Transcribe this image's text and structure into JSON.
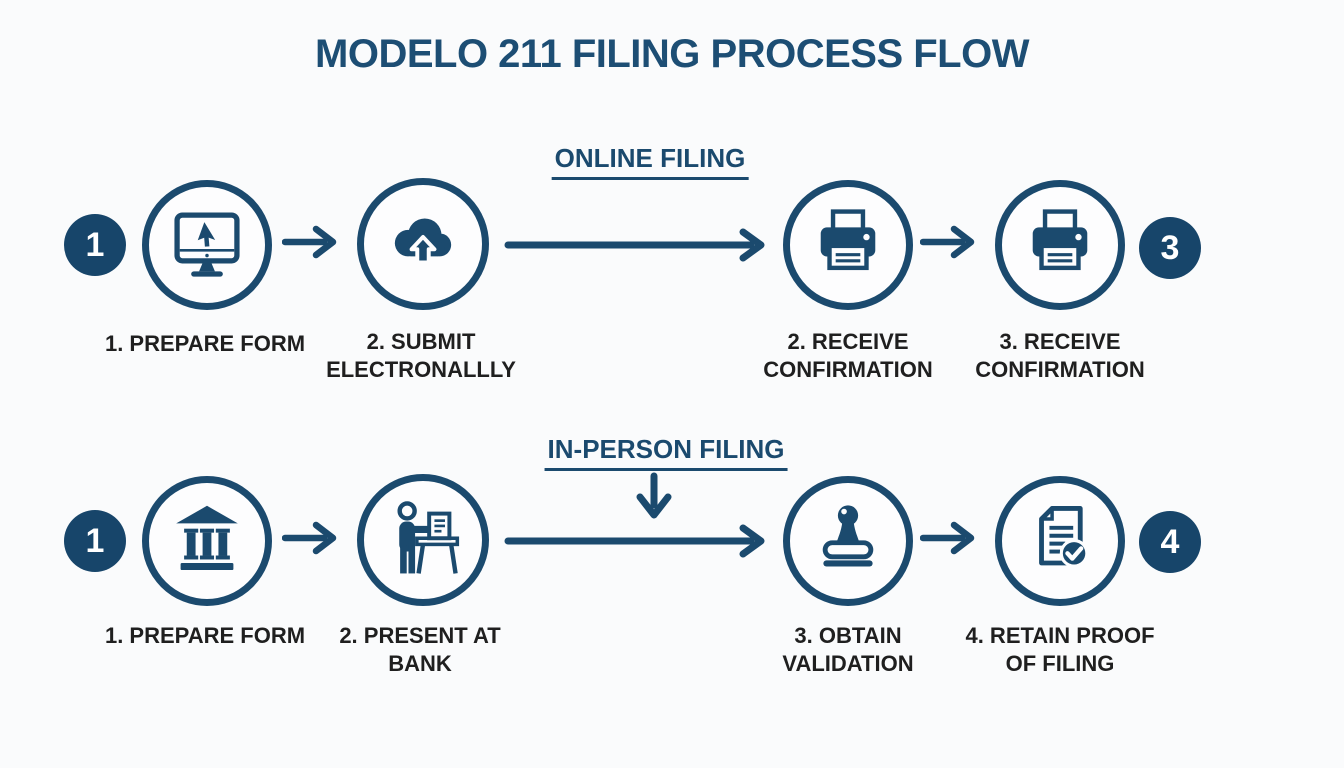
{
  "title": "MODELO 211 FILING PROCESS FLOW",
  "colors": {
    "primary": "#1b4a6e",
    "badge": "#17456a",
    "title_text": "#1d4e74",
    "label_text": "#1f1f1f",
    "background": "#fafbfc"
  },
  "online": {
    "heading": "ONLINE FILING",
    "start_badge": "1",
    "end_badge": "3",
    "steps": [
      {
        "icon": "monitor-cursor",
        "label": [
          "1. PREPARE FORM"
        ]
      },
      {
        "icon": "cloud-upload",
        "label": [
          "2. SUBMIT",
          "ELECTRONALLLY"
        ]
      },
      {
        "icon": "printer",
        "label": [
          "2. RECEIVE",
          "CONFIRMATION"
        ]
      },
      {
        "icon": "printer",
        "label": [
          "3. RECEIVE",
          "CONFIRMATION"
        ]
      }
    ]
  },
  "in_person": {
    "heading": "IN-PERSON FILING",
    "start_badge": "1",
    "end_badge": "4",
    "steps": [
      {
        "icon": "bank",
        "label": [
          "1. PREPARE FORM"
        ]
      },
      {
        "icon": "person-at-desk",
        "label": [
          "2. PRESENT AT",
          "BANK"
        ]
      },
      {
        "icon": "rubber-stamp",
        "label": [
          "3. OBTAIN",
          "VALIDATION"
        ]
      },
      {
        "icon": "document-check",
        "label": [
          "4. RETAIN PROOF",
          "OF FILING"
        ]
      }
    ]
  }
}
